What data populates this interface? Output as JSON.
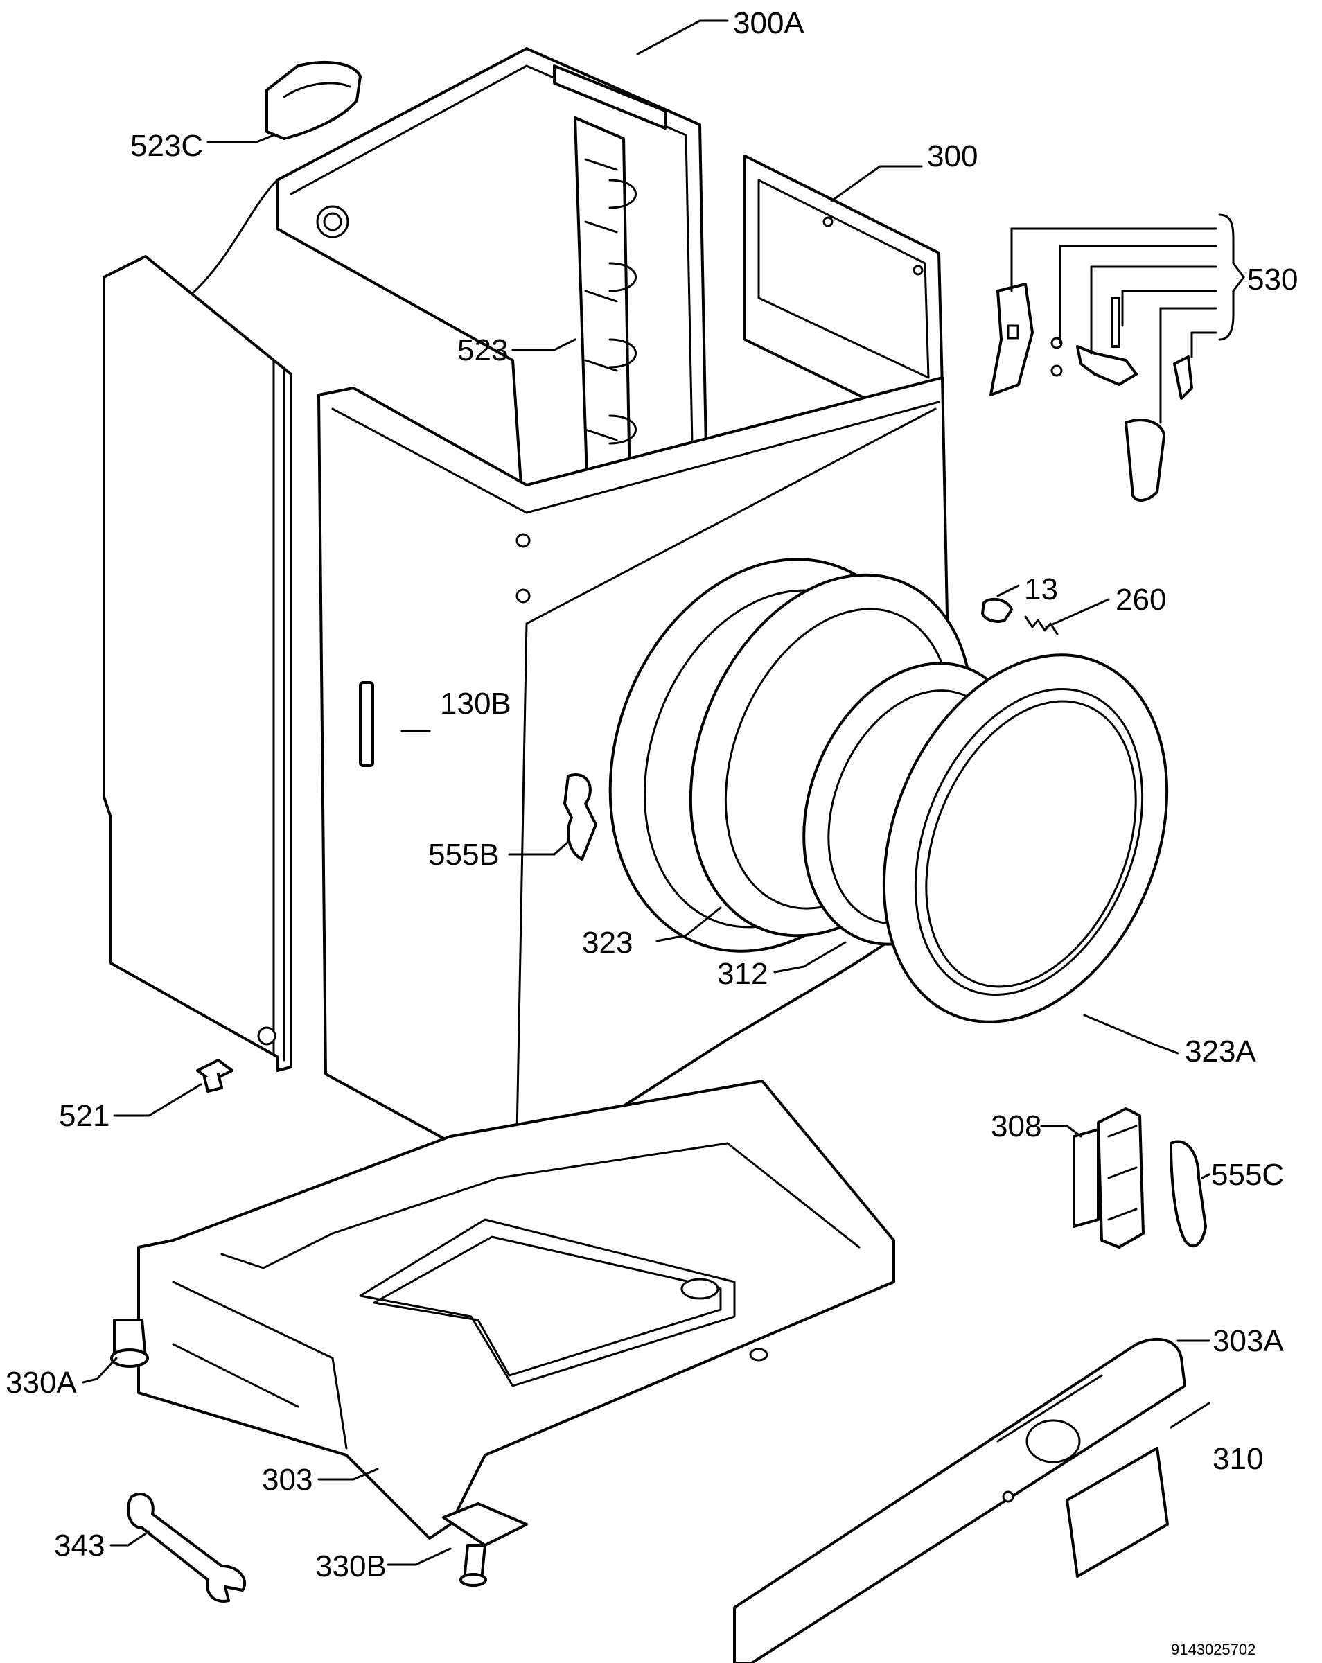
{
  "labels": [
    {
      "key": "300A",
      "text": "300A"
    },
    {
      "key": "523C",
      "text": "523C"
    },
    {
      "key": "300",
      "text": "300"
    },
    {
      "key": "530",
      "text": "530"
    },
    {
      "key": "523",
      "text": "523"
    },
    {
      "key": "13",
      "text": "13"
    },
    {
      "key": "260",
      "text": "260"
    },
    {
      "key": "130B",
      "text": "130B"
    },
    {
      "key": "555B",
      "text": "555B"
    },
    {
      "key": "323",
      "text": "323"
    },
    {
      "key": "312",
      "text": "312"
    },
    {
      "key": "323A",
      "text": "323A"
    },
    {
      "key": "521",
      "text": "521"
    },
    {
      "key": "308",
      "text": "308"
    },
    {
      "key": "555C",
      "text": "555C"
    },
    {
      "key": "303A",
      "text": "303A"
    },
    {
      "key": "310",
      "text": "310"
    },
    {
      "key": "330A",
      "text": "330A"
    },
    {
      "key": "303",
      "text": "303"
    },
    {
      "key": "343",
      "text": "343"
    },
    {
      "key": "330B",
      "text": "330B"
    }
  ],
  "document_number": "9143025702"
}
